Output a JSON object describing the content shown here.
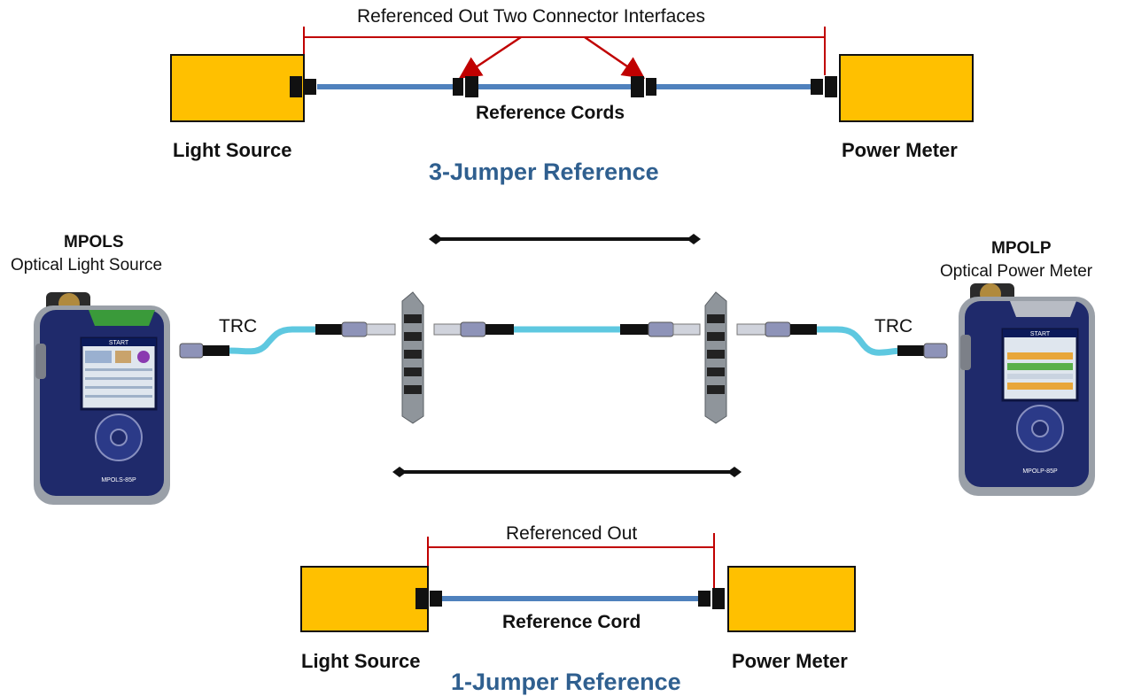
{
  "top": {
    "bracket_label": "Referenced Out Two Connector Interfaces",
    "cords_label": "Reference Cords",
    "source_label": "Light Source",
    "meter_label": "Power Meter",
    "title": "3-Jumper Reference"
  },
  "middle": {
    "left_device_name": "MPOLS",
    "left_device_desc": "Optical Light Source",
    "right_device_name": "MPOLP",
    "right_device_desc": "Optical Power Meter",
    "left_trc": "TRC",
    "right_trc": "TRC",
    "left_screen_header": "START",
    "right_screen_header": "START",
    "left_device_model": "MPOLS-85P",
    "right_device_model": "MPOLP-85P"
  },
  "bottom": {
    "bracket_label": "Referenced Out",
    "cord_label": "Reference Cord",
    "source_label": "Light Source",
    "meter_label": "Power Meter",
    "title": "1-Jumper Reference"
  },
  "colors": {
    "box_fill": "#ffc000",
    "cord_blue": "#4f81bd",
    "bracket_red": "#c00000",
    "title_blue": "#2f5f8f",
    "patch_cyan": "#5ec8e0",
    "device_navy": "#1f2a6b"
  }
}
